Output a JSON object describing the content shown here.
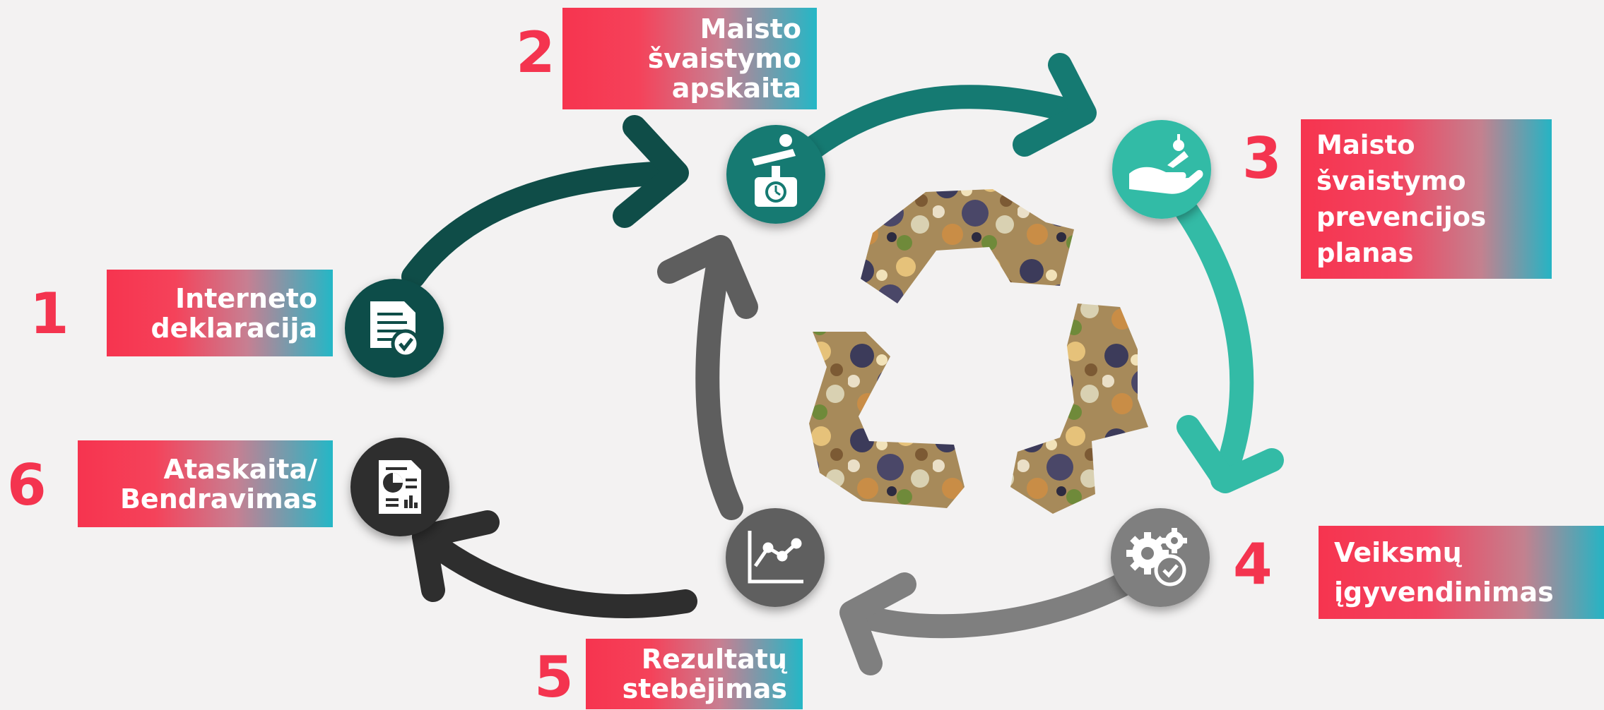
{
  "steps": [
    {
      "number": "1",
      "lines": [
        "Interneto",
        "deklaracija"
      ]
    },
    {
      "number": "2",
      "lines": [
        "Maisto",
        "švaistymo",
        "apskaita"
      ]
    },
    {
      "number": "3",
      "lines": [
        "Maisto",
        "švaistymo",
        "prevencijos",
        "planas"
      ]
    },
    {
      "number": "4",
      "lines": [
        "Veiksmų",
        "įgyvendinimas"
      ]
    },
    {
      "number": "5",
      "lines": [
        "Rezultatų",
        "stebėjimas"
      ]
    },
    {
      "number": "6",
      "lines": [
        "Ataskaita/",
        "Bendravimas"
      ]
    }
  ],
  "icons": {
    "step1": "document-check-icon",
    "step2": "food-scale-icon",
    "step3": "hand-food-icon",
    "step4": "gears-check-icon",
    "step5": "line-chart-icon",
    "step6": "report-chart-icon",
    "center": "recycle-food-waste-icon"
  },
  "colors": {
    "accent_red": "#f4344f",
    "teal_dark": "#0f4d48",
    "teal_mid": "#157a72",
    "teal_light": "#33bba6",
    "gray_dark": "#2e2e2e",
    "gray_mid": "#5e5e5e",
    "gray_light": "#7f7f7f"
  }
}
